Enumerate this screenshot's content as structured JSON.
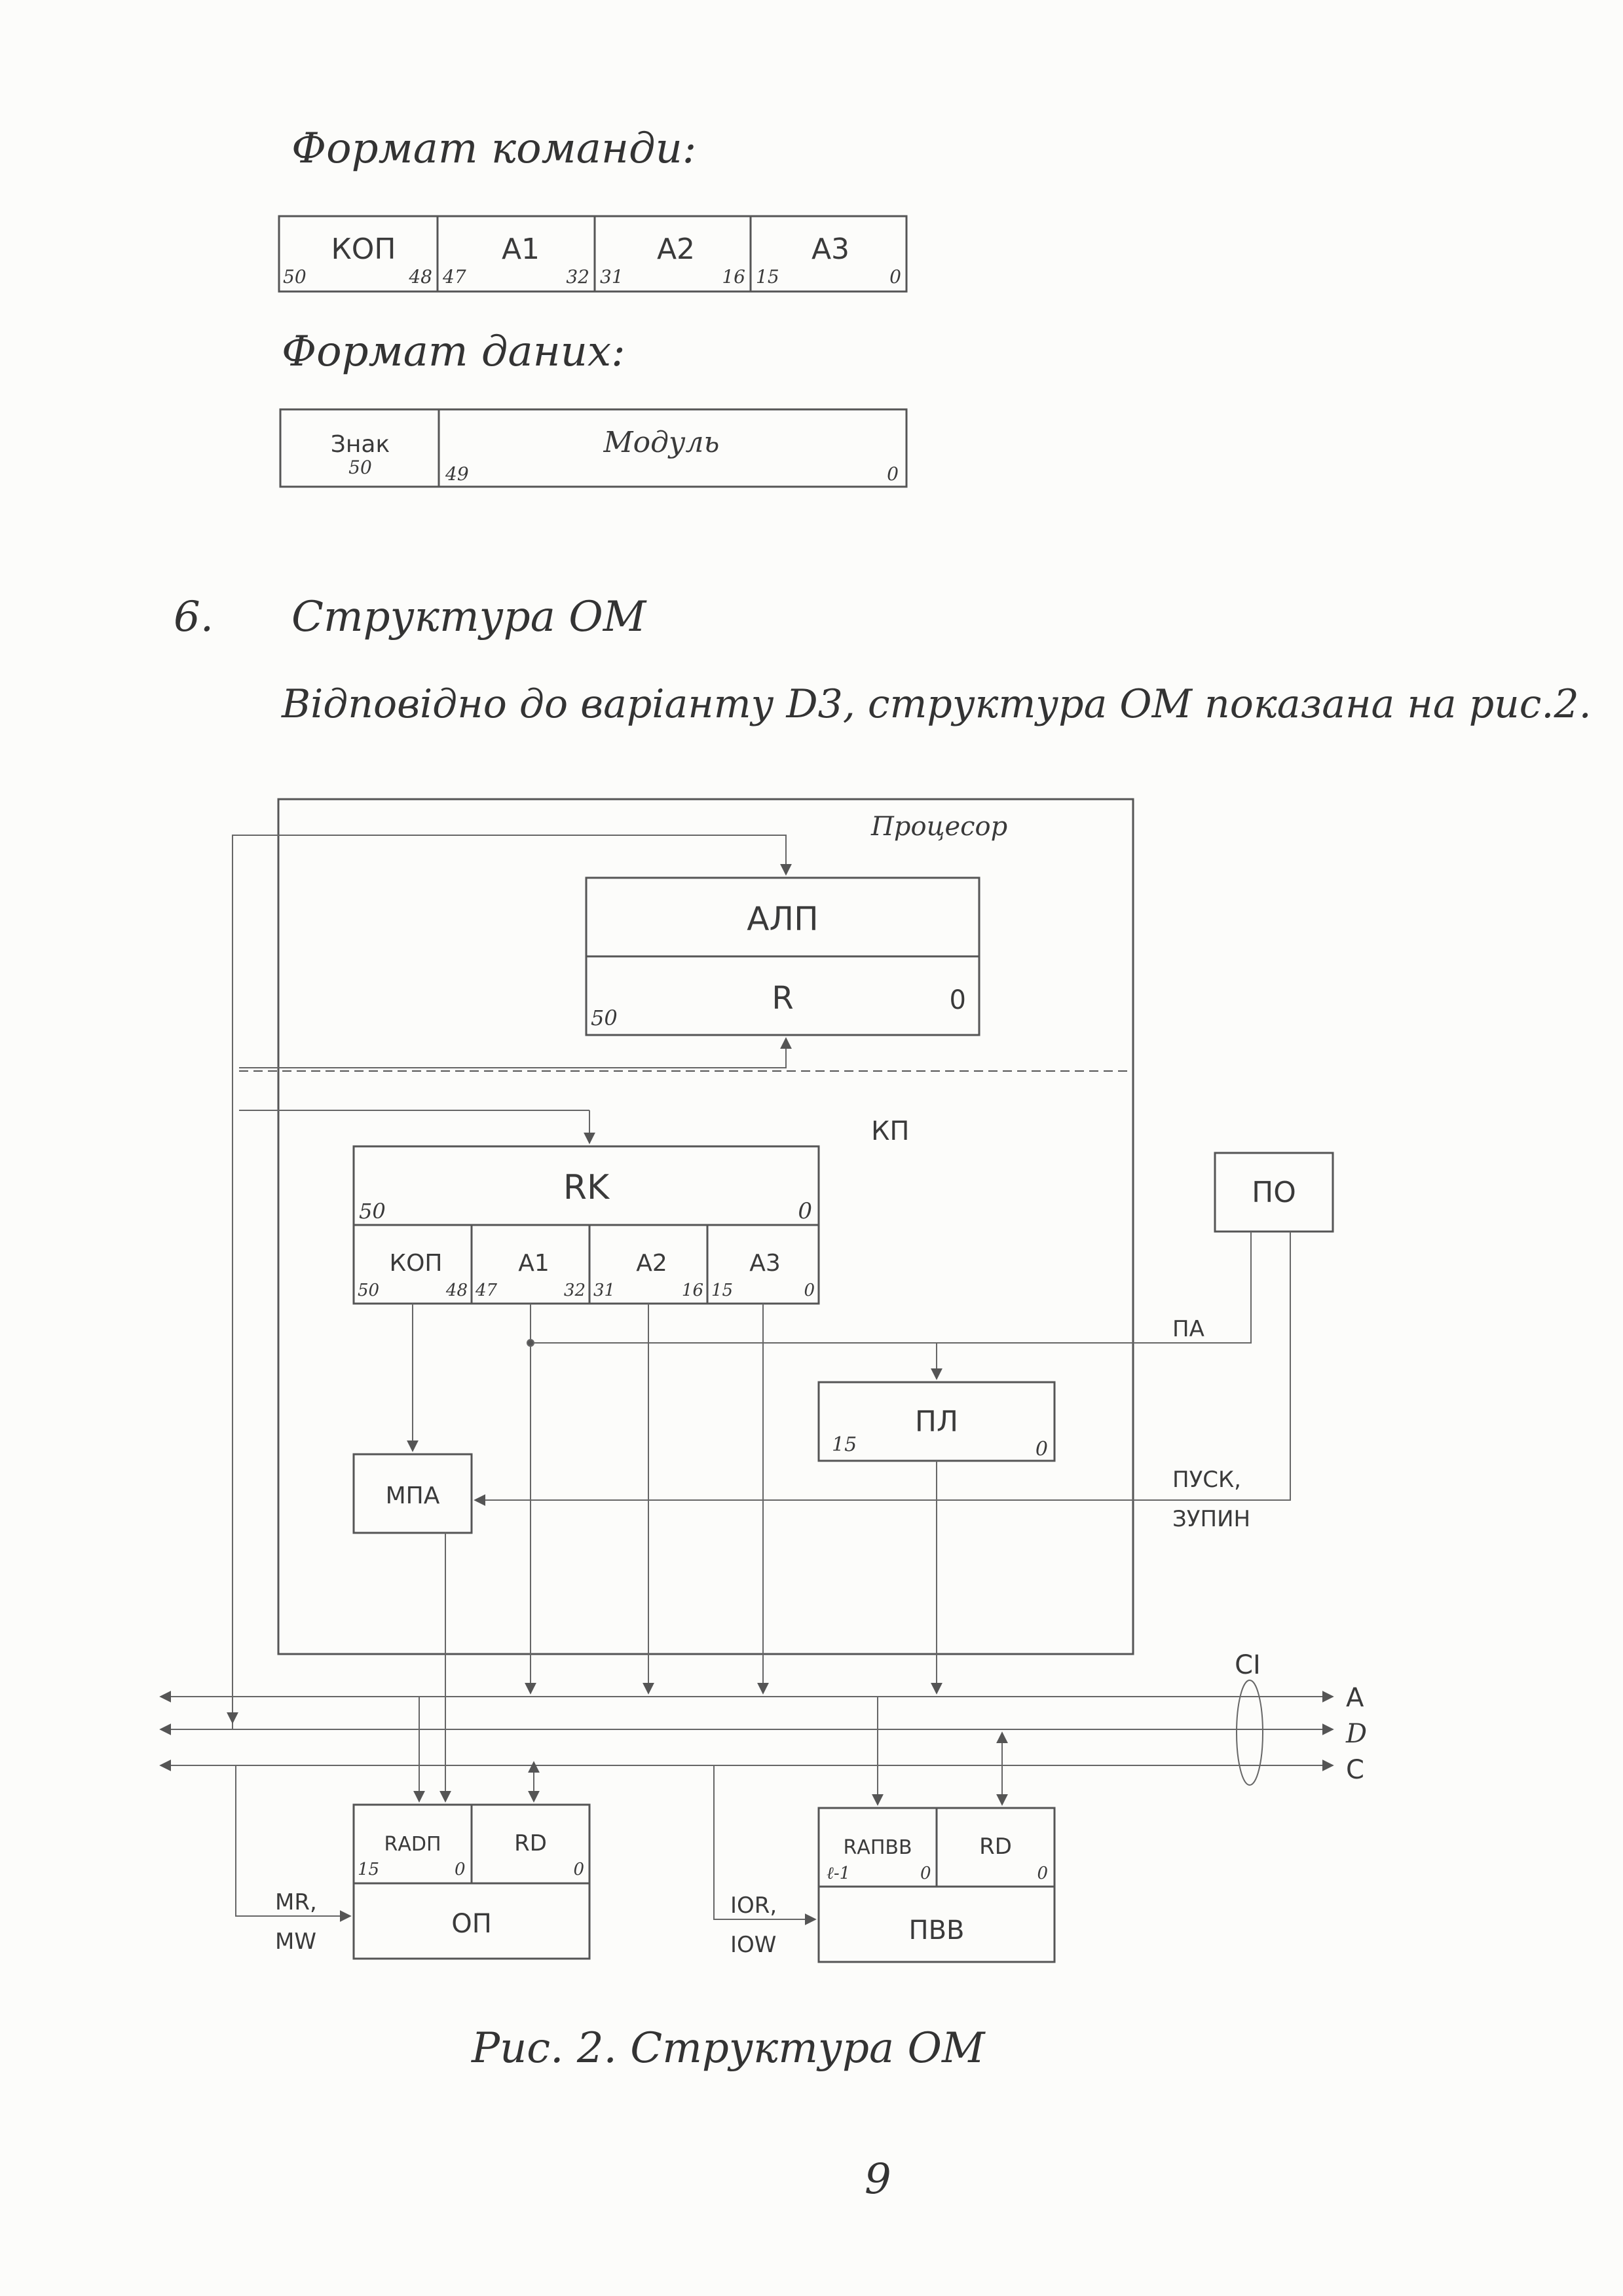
{
  "headings": {
    "command_format": "Формат команди:",
    "data_format": "Формат даних:",
    "section_number": "6.",
    "section_title": "Структура ОМ",
    "section_text": "Відповідно до варіанту D3, структура ОМ показана на рис.2."
  },
  "command_format": {
    "fields": [
      {
        "label": "КОП",
        "hi": "50",
        "lo": "48"
      },
      {
        "label": "А1",
        "hi": "47",
        "lo": "32"
      },
      {
        "label": "А2",
        "hi": "31",
        "lo": "16"
      },
      {
        "label": "А3",
        "hi": "15",
        "lo": "0"
      }
    ]
  },
  "data_format": {
    "sign_label": "Знак",
    "sign_bit": "50",
    "modulus_label": "Модуль",
    "modulus_hi": "49",
    "modulus_lo": "0"
  },
  "diagram": {
    "processor_label": "Процесор",
    "alu": {
      "label": "АЛП",
      "reg": "R",
      "hi": "50",
      "lo": "0"
    },
    "kp_label": "КП",
    "rk": {
      "label": "RK",
      "hi": "50",
      "lo": "0",
      "fields": [
        {
          "label": "КОП",
          "hi": "50",
          "lo": "48"
        },
        {
          "label": "А1",
          "hi": "47",
          "lo": "32"
        },
        {
          "label": "А2",
          "hi": "31",
          "lo": "16"
        },
        {
          "label": "А3",
          "hi": "15",
          "lo": "0"
        }
      ]
    },
    "pl": {
      "label": "ПЛ",
      "hi": "15",
      "lo": "0"
    },
    "mpa": {
      "label": "МПА"
    },
    "po": {
      "label": "ПО"
    },
    "pa_label": "ПА",
    "start_label_1": "ПУСК,",
    "start_label_2": "ЗУПИН",
    "ci_label": "СІ",
    "bus_labels": [
      "А",
      "D",
      "С"
    ],
    "op": {
      "label": "ОП",
      "radp": "RАDП",
      "rd": "RD",
      "radp_hi": "15",
      "radp_lo": "0",
      "rd_lo": "0"
    },
    "pvv": {
      "label": "ПВВ",
      "radp": "RАПВВ",
      "rd": "RD",
      "radp_hi": "ℓ-1",
      "radp_lo": "0",
      "rd_lo": "0"
    },
    "mr_mw_1": "MR,",
    "mr_mw_2": "MW",
    "ior_iow_1": "IOR,",
    "ior_iow_2": "IOW"
  },
  "caption": "Рис. 2. Структура ОМ",
  "page_number": "9"
}
